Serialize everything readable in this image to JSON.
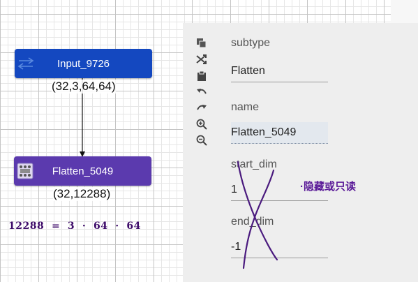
{
  "graph": {
    "input_node": {
      "label": "Input_9726",
      "shape": "(32,3,64,64)",
      "color": "#1448c0"
    },
    "flatten_node": {
      "label": "Flatten_5049",
      "shape": "(32,12288)",
      "color": "#5b3aae"
    },
    "formula": "12288  =  3  ·  64  ·  64"
  },
  "toolbar": {
    "tools": [
      {
        "icon": "copy-stack-icon"
      },
      {
        "icon": "shuffle-icon"
      },
      {
        "icon": "clipboard-icon"
      },
      {
        "icon": "undo-icon"
      },
      {
        "icon": "redo-icon"
      },
      {
        "icon": "zoom-in-icon"
      },
      {
        "icon": "zoom-out-icon"
      }
    ]
  },
  "properties": {
    "subtype_label": "subtype",
    "subtype_value": "Flatten",
    "name_label": "name",
    "name_value": "Flatten_5049",
    "start_dim_label": "start_dim",
    "start_dim_value": "1",
    "end_dim_label": "end_dim",
    "end_dim_value": "-1"
  },
  "annotation": {
    "note": "·隐藏或只读",
    "color": "#5a1a98"
  }
}
